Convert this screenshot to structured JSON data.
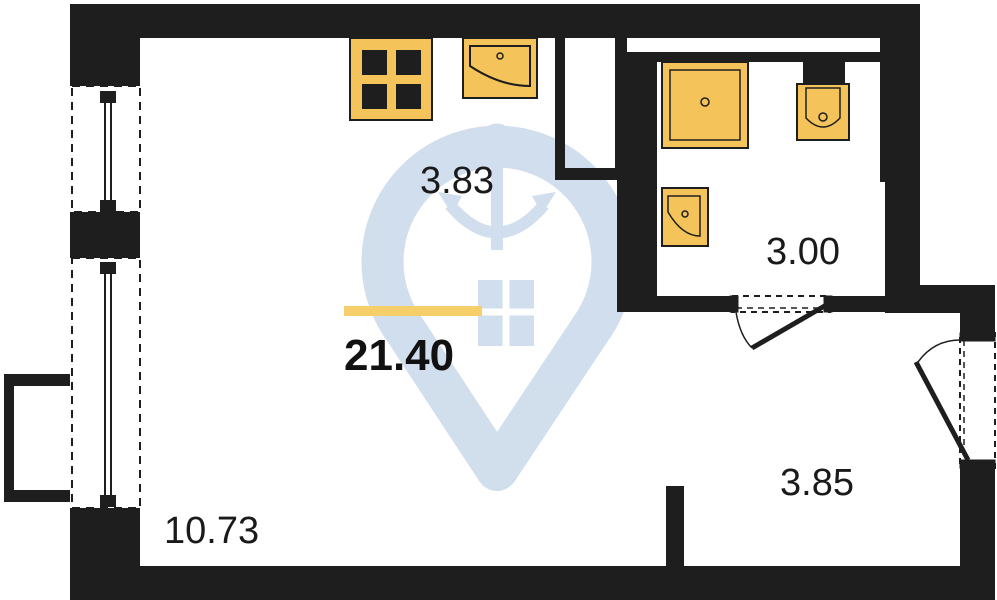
{
  "plan": {
    "total_area": "21.40",
    "rooms": [
      {
        "id": "kitchen",
        "area": "3.83"
      },
      {
        "id": "bathroom",
        "area": "3.00"
      },
      {
        "id": "hallway",
        "area": "3.85"
      },
      {
        "id": "living-room",
        "area": "10.73"
      }
    ],
    "colors": {
      "wall": "#1e1e1e",
      "fixture_fill": "#f4c45a",
      "total_underline": "#f6cf6a",
      "watermark": "#c9d9ea",
      "background": "#ffffff"
    },
    "watermark_icon": "anchor-shield-logo"
  }
}
